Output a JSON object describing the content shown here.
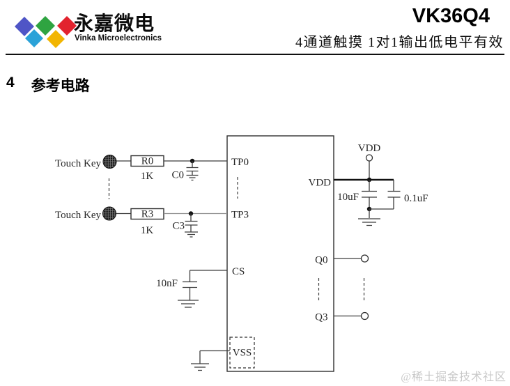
{
  "header": {
    "brand_cn": "永嘉微电",
    "brand_en": "Vinka Microelectronics",
    "part_number": "VK36Q4",
    "subtitle": "4通道触摸 1对1输出低电平有效",
    "logo_colors": {
      "blue": "#4f55c6",
      "cyan": "#2aa2d8",
      "green": "#2fa441",
      "yellow": "#f2b501",
      "red": "#e2232e"
    }
  },
  "section": {
    "number": "4",
    "title": "参考电路"
  },
  "circuit": {
    "labels": {
      "touch_key_top": "Touch Key",
      "touch_key_bottom": "Touch Key",
      "r_top_name": "R0",
      "r_top_value": "1K",
      "c_top_name": "C0",
      "r_bottom_name": "R3",
      "r_bottom_value": "1K",
      "c_bottom_name": "C3",
      "cs_cap_value": "10nF",
      "bulk_cap_value": "10uF",
      "bypass_cap_value": "0.1uF",
      "vdd_rail": "VDD"
    },
    "ic": {
      "pin_tp0": "TP0",
      "pin_tp3": "TP3",
      "pin_cs": "CS",
      "pin_vss": "VSS",
      "pin_vdd": "VDD",
      "pin_q0": "Q0",
      "pin_q3": "Q3"
    }
  },
  "watermark": "@稀土掘金技术社区"
}
